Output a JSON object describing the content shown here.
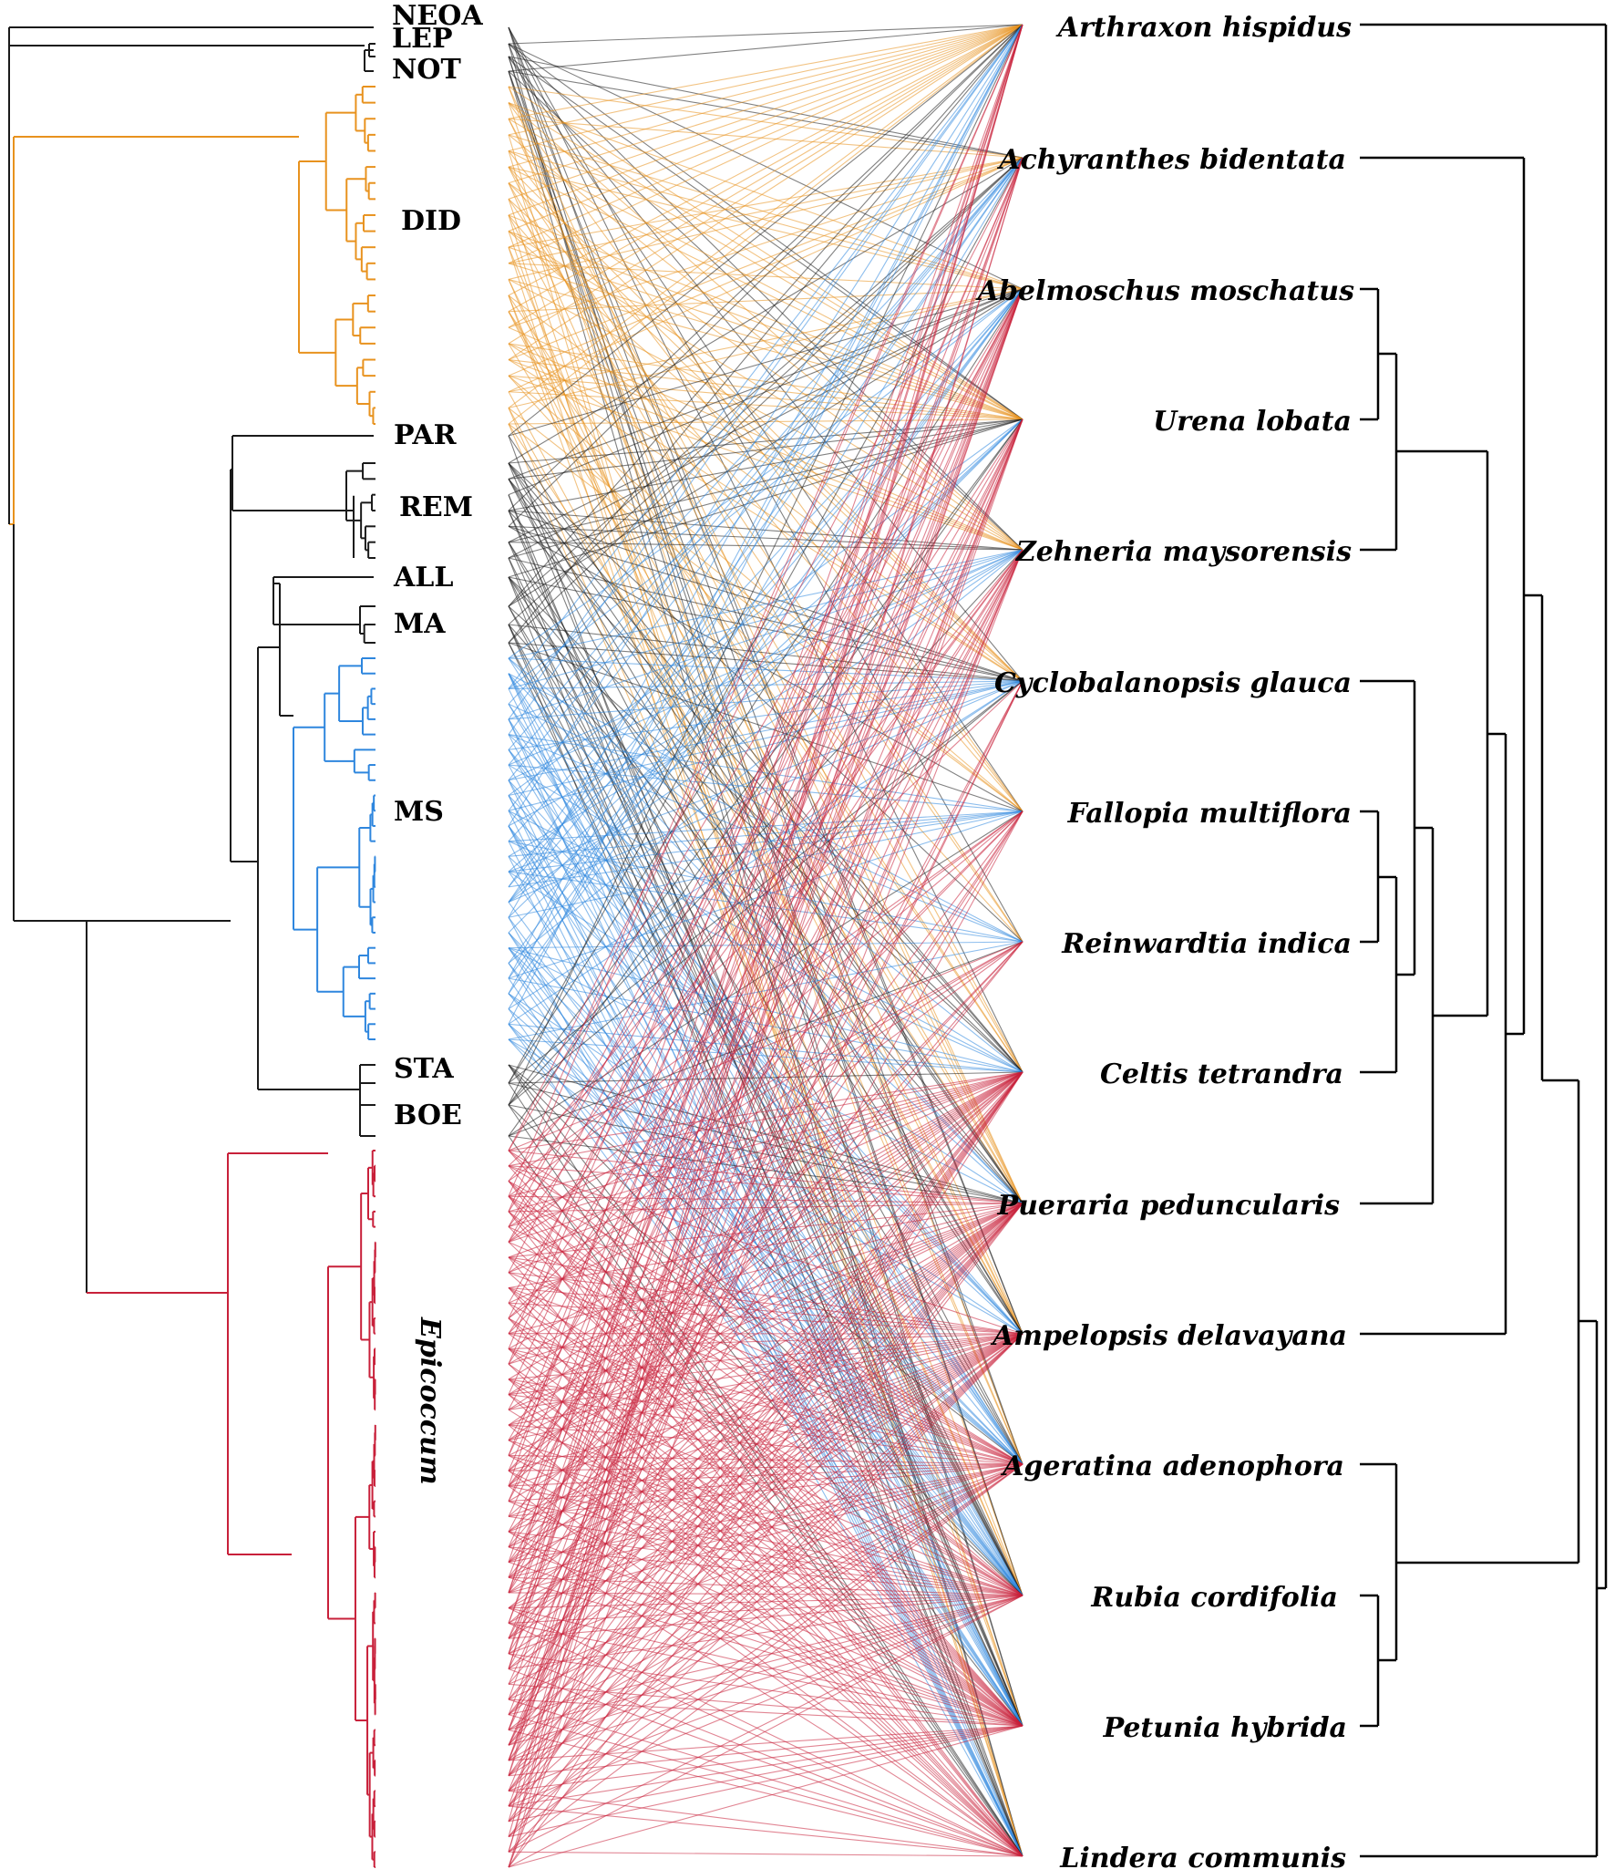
{
  "colors": {
    "did": "#E8921E",
    "ms": "#2E86DE",
    "epicoccum": "#C8203A",
    "other": "#1a1a1a",
    "host_tree": "#000000"
  },
  "fungal_clades": [
    {
      "label": "NEOA",
      "color_key": "other",
      "tips": 1
    },
    {
      "label": "LEP",
      "color_key": "other",
      "tips": 2
    },
    {
      "label": "NOT",
      "color_key": "other",
      "tips": 1
    },
    {
      "label": "DID",
      "color_key": "did",
      "tips": 22
    },
    {
      "label": "PAR",
      "color_key": "other",
      "tips": 1
    },
    {
      "label": "REM",
      "color_key": "other",
      "tips": 7
    },
    {
      "label": "ALL",
      "color_key": "other",
      "tips": 1
    },
    {
      "label": "MA",
      "color_key": "other",
      "tips": 3
    },
    {
      "label": "MS",
      "color_key": "ms",
      "tips": 26
    },
    {
      "label": "STA",
      "color_key": "other",
      "tips": 2
    },
    {
      "label": "BOE",
      "color_key": "other",
      "tips": 2
    },
    {
      "label": "Epicoccum",
      "color_key": "epicoccum",
      "tips": 48,
      "italic": true
    }
  ],
  "host_plants": [
    "Arthraxon hispidus",
    "Achyranthes bidentata",
    "Abelmoschus moschatus",
    "Urena lobata",
    "Zehneria maysorensis",
    "Cyclobalanopsis glauca",
    "Fallopia multiflora",
    "Reinwardtia indica",
    "Celtis tetrandra",
    "Pueraria peduncularis",
    "Ampelopsis delavayana",
    "Ageratina adenophora",
    "Rubia cordifolia",
    "Petunia hybrida",
    "Lindera communis"
  ]
}
